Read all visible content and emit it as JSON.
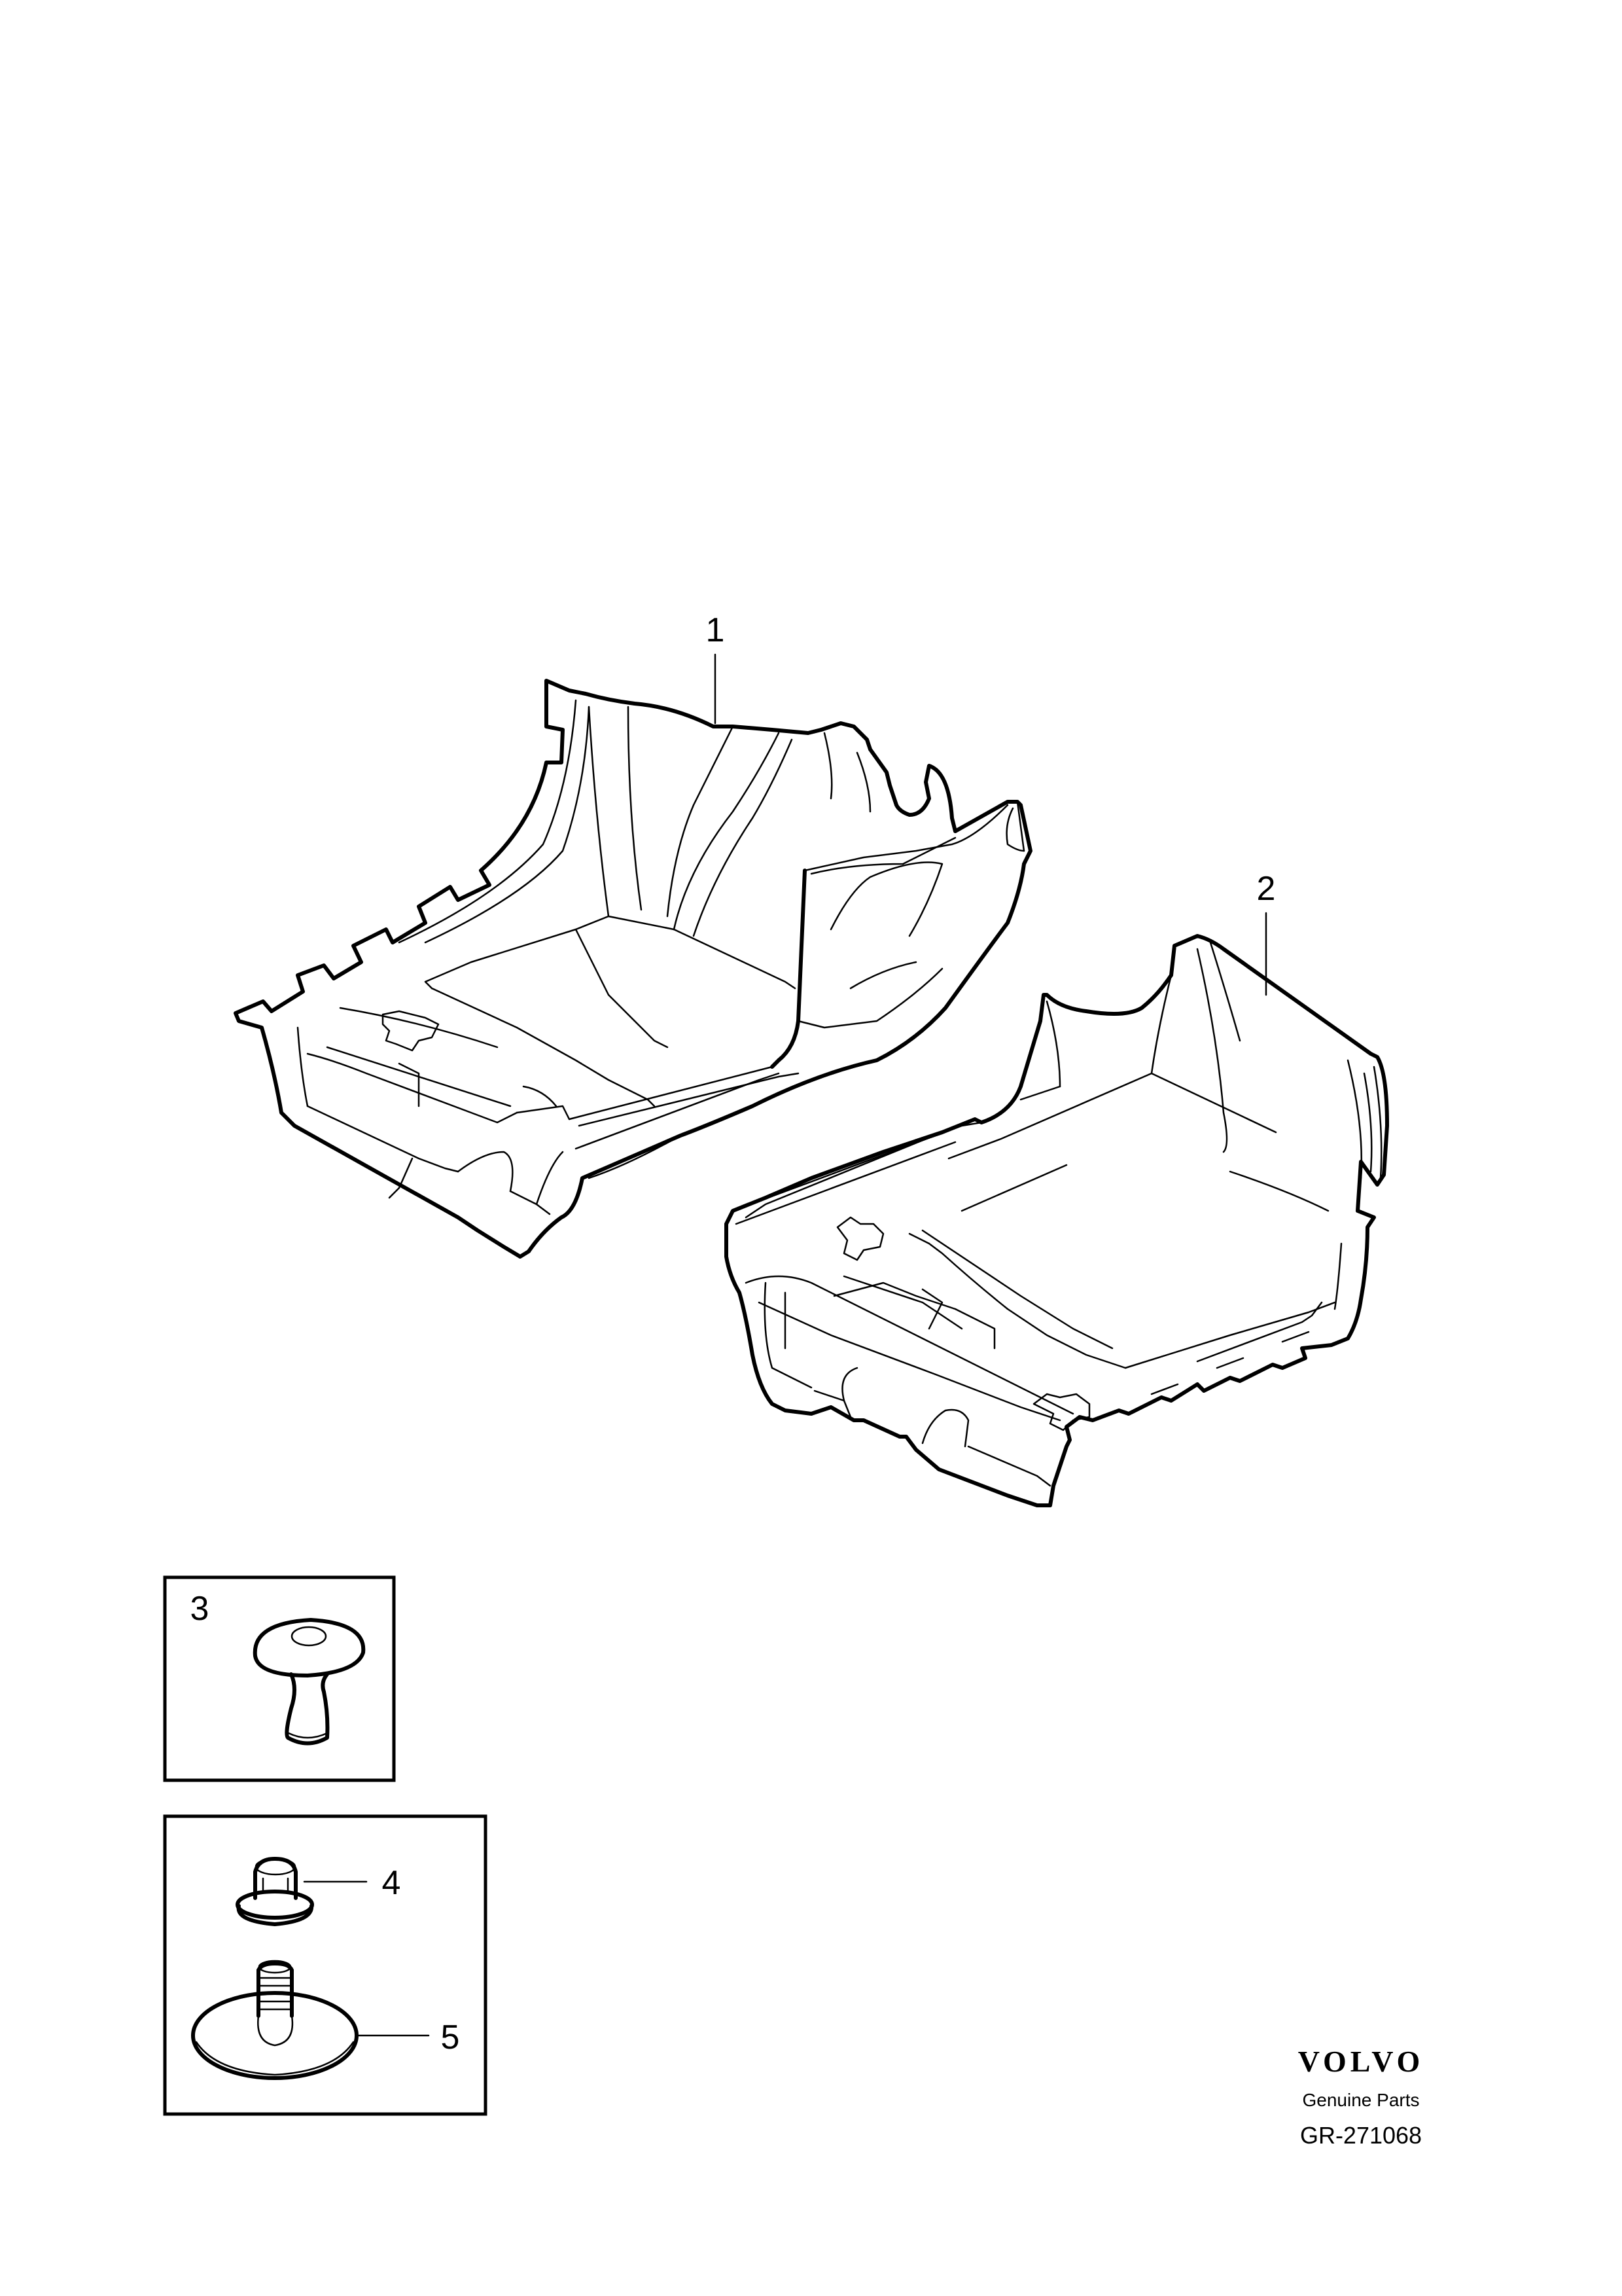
{
  "callouts": {
    "c1": "1",
    "c2": "2",
    "c3": "3",
    "c4": "4",
    "c5": "5"
  },
  "branding": {
    "logo_text": "VOLVO",
    "subtitle": "Genuine Parts",
    "reference": "GR-271068"
  },
  "colors": {
    "line": "#000000",
    "background": "#ffffff"
  }
}
